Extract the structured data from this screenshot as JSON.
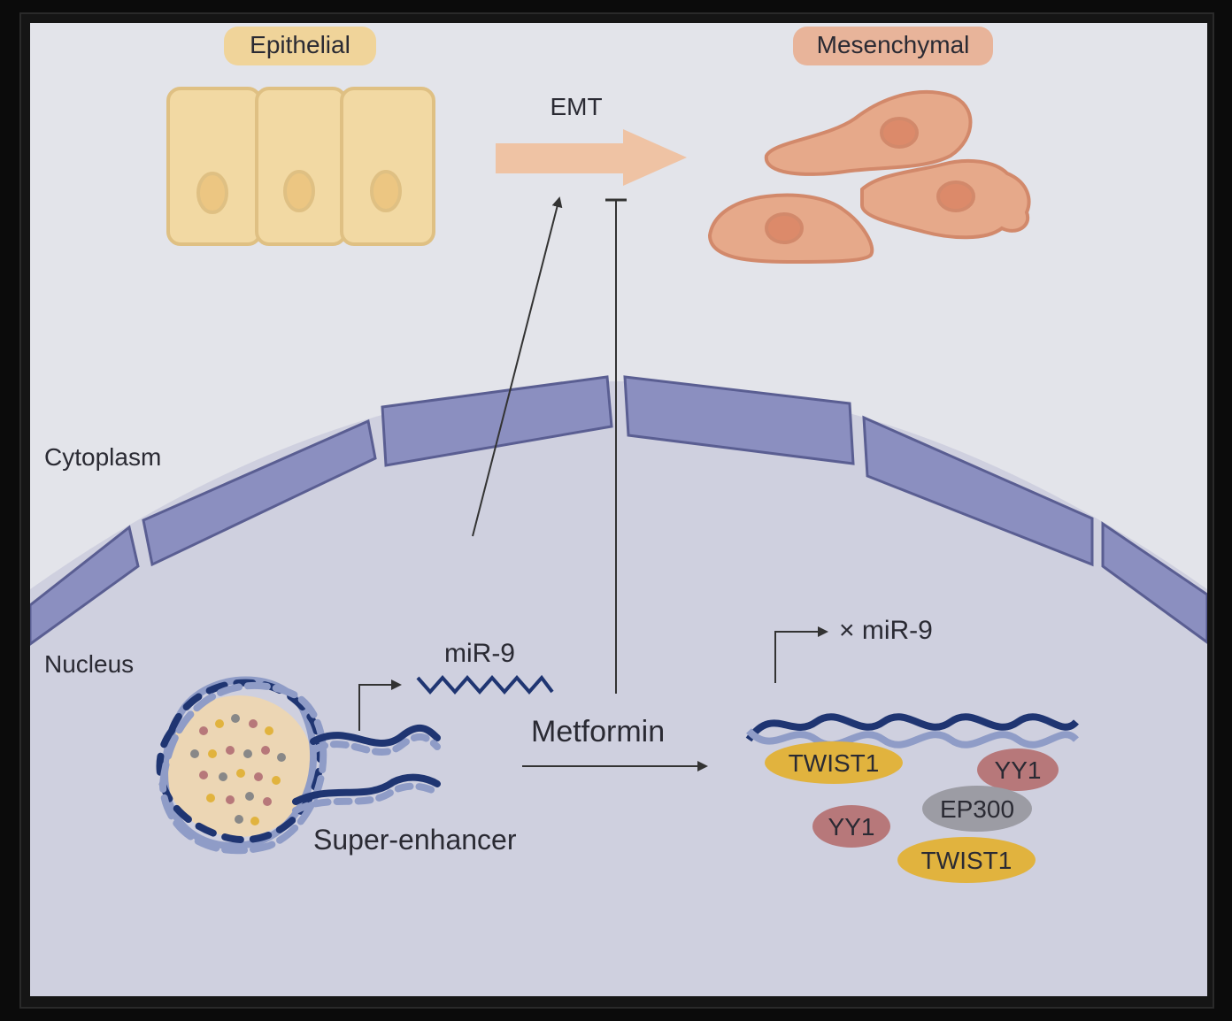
{
  "labels": {
    "epithelial": "Epithelial",
    "mesenchymal": "Mesenchymal",
    "emt": "EMT",
    "cytoplasm": "Cytoplasm",
    "nucleus": "Nucleus",
    "mir9_left": "miR-9",
    "mir9_right": "× miR-9",
    "metformin": "Metformin",
    "super_enhancer": "Super-enhancer"
  },
  "proteins": {
    "twist1_top": "TWIST1",
    "yy1_right": "YY1",
    "ep300": "EP300",
    "yy1_left": "YY1",
    "twist1_bottom": "TWIST1"
  },
  "colors": {
    "panel_bg": "#e3e4ea",
    "nucleus_bg": "#cfd0df",
    "membrane_fill": "#8b8fc0",
    "membrane_stroke": "#5a5e92",
    "epithelial_fill": "#f2d9a3",
    "epithelial_label_bg": "#f0d49a",
    "mesenchymal_fill": "#e6a98a",
    "mesenchymal_label_bg": "#e8b49a",
    "emt_arrow": "#efc3a4",
    "dna_dark": "#1f3572",
    "dna_light": "#8f9cc7",
    "twist1": "#e1b33e",
    "yy1": "#b7787a",
    "ep300": "#9c9ca4"
  }
}
